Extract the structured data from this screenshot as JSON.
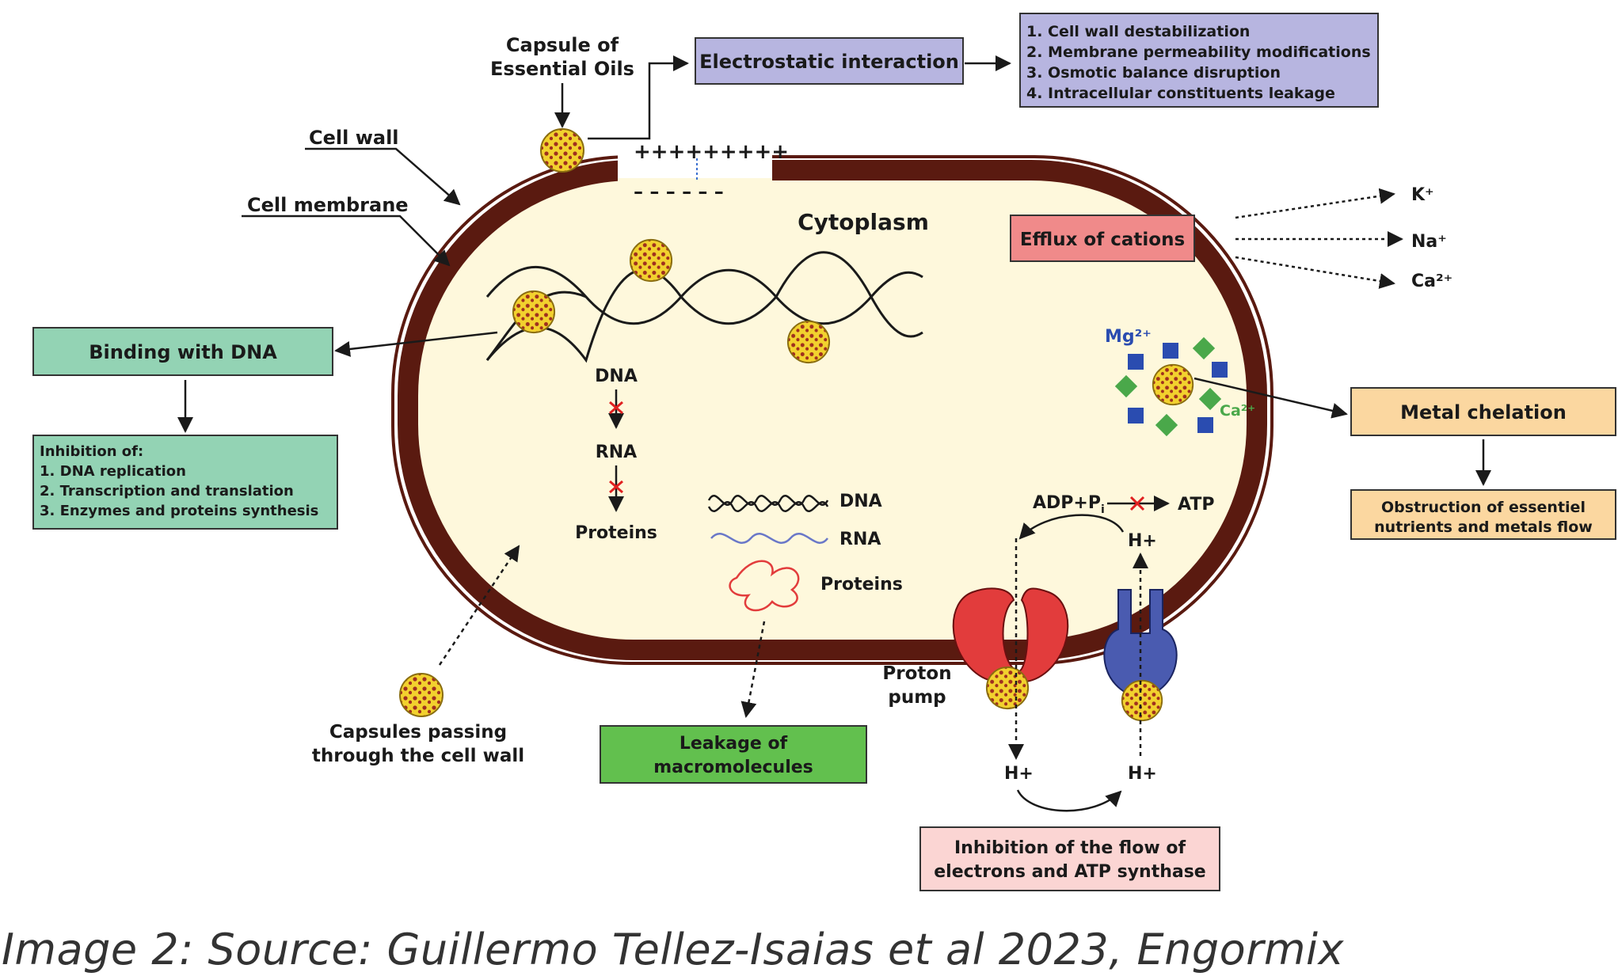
{
  "labels": {
    "capsule_top_1": "Capsule of",
    "capsule_top_2": "Essential Oils",
    "electrostatic": "Electrostatic interaction",
    "effects": [
      "1. Cell wall destabilization",
      "2. Membrane permeability modifications",
      "3. Osmotic balance disruption",
      "4. Intracellular constituents leakage"
    ],
    "cell_wall": "Cell wall",
    "cell_membrane": "Cell membrane",
    "cytoplasm": "Cytoplasm",
    "plus_signs": "+++++++++",
    "minus_signs": "– – – – – –",
    "efflux": "Efflux of cations",
    "cation_k": "K⁺",
    "cation_na": "Na⁺",
    "cation_ca": "Ca²⁺",
    "mg": "Mg²⁺",
    "ca_green": "Ca²⁺",
    "metal_chelation": "Metal chelation",
    "obstruction_1": "Obstruction of essentiel",
    "obstruction_2": "nutrients and metals flow",
    "binding_dna": "Binding with DNA",
    "inhibition_title": "Inhibition of:",
    "inhibition_items": [
      "1. DNA replication",
      "2. Transcription and translation",
      "3. Enzymes and proteins synthesis"
    ],
    "dna": "DNA",
    "rna": "RNA",
    "proteins": "Proteins",
    "macro_dna": "DNA",
    "macro_rna": "RNA",
    "macro_proteins": "Proteins",
    "adp": "ADP+P",
    "adp_sub": "i",
    "atp": "ATP",
    "h_plus": "H+",
    "proton_pump_1": "Proton",
    "proton_pump_2": "pump",
    "capsules_passing_1": "Capsules passing",
    "capsules_passing_2": "through the cell wall",
    "leakage_1": "Leakage of",
    "leakage_2": "macromolecules",
    "inhibition_flow_1": "Inhibition of the flow of",
    "inhibition_flow_2": "electrons and ATP synthase"
  },
  "caption": "Image 2: Source: Guillermo Tellez-Isaias et al 2023, Engormix",
  "colors": {
    "cell_wall": "#5a1a10",
    "cytoplasm": "#fef8dc",
    "purple_box": "#b7b5e0",
    "pink_box": "#f08a8a",
    "green_box": "#93d3b4",
    "bright_green_box": "#62c04e",
    "orange_box": "#fbd7a0",
    "light_pink_box": "#fbd5d3",
    "capsule": "#f2d12e",
    "pump_red": "#e23c3c",
    "pump_blue": "#4a5bb0"
  }
}
